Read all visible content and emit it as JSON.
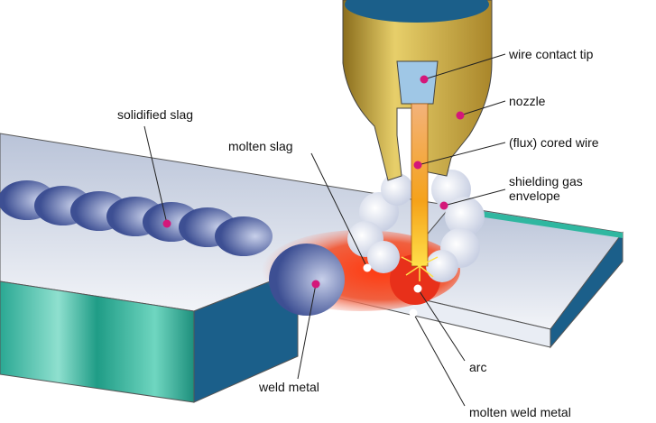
{
  "labels": {
    "wire_contact_tip": "wire contact tip",
    "nozzle": "nozzle",
    "cored_wire": "(flux) cored wire",
    "shielding_gas_1": "shielding gas",
    "shielding_gas_2": "envelope",
    "solidified_slag": "solidified slag",
    "molten_slag": "molten slag",
    "arc": "arc",
    "weld_metal": "weld metal",
    "molten_weld_metal": "molten weld metal"
  },
  "colors": {
    "plate_top": "#dde4ef",
    "plate_front": "#2fb7a0",
    "plate_side": "#1a5e8c",
    "nozzle": "#c9a93b",
    "bead": "#5a6fae",
    "molten": "#e8402a",
    "marker": "#d4177a"
  }
}
